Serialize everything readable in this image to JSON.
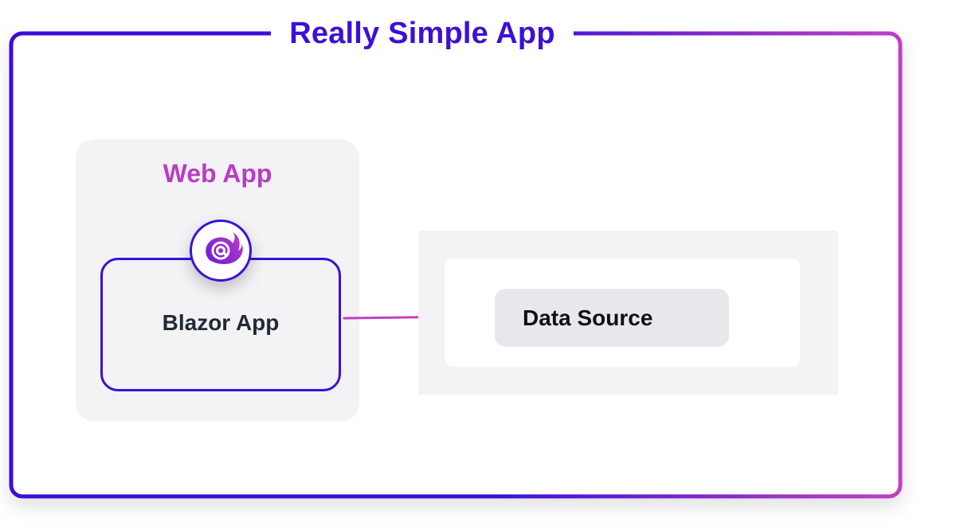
{
  "diagram": {
    "title": "Really Simple App",
    "web_app": {
      "label": "Web App",
      "blazor": {
        "label": "Blazor App",
        "icon": "blazor-logo-icon"
      }
    },
    "data_source": {
      "label": "Data Source"
    },
    "colors": {
      "frame_start": "#3b10d8",
      "frame_end": "#c13fc4",
      "title": "#3b10d8",
      "web_app_label": "#b83cc6",
      "arrow": "#c13fc4",
      "panel_bg": "#f3f2f4"
    }
  }
}
